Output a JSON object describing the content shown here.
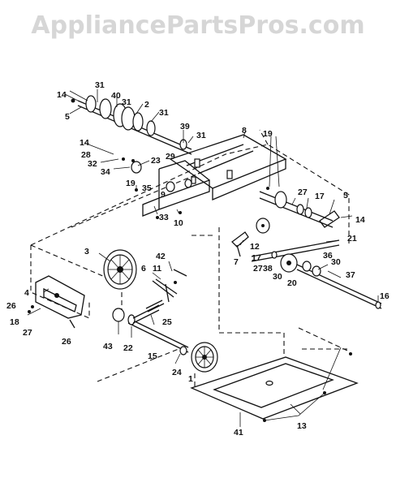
{
  "watermark": "AppliancePartsPros.com",
  "callouts": [
    "14",
    "31",
    "40",
    "31",
    "2",
    "31",
    "5",
    "14",
    "39",
    "31",
    "8",
    "19",
    "28",
    "32",
    "23",
    "29",
    "34",
    "9",
    "19",
    "35",
    "33",
    "10",
    "27",
    "17",
    "5",
    "14",
    "21",
    "12",
    "42",
    "7",
    "3",
    "11",
    "6",
    "17",
    "38",
    "30",
    "36",
    "30",
    "27",
    "20",
    "37",
    "16",
    "4",
    "26",
    "18",
    "27",
    "26",
    "25",
    "43",
    "22",
    "15",
    "24",
    "1",
    "41",
    "13"
  ]
}
